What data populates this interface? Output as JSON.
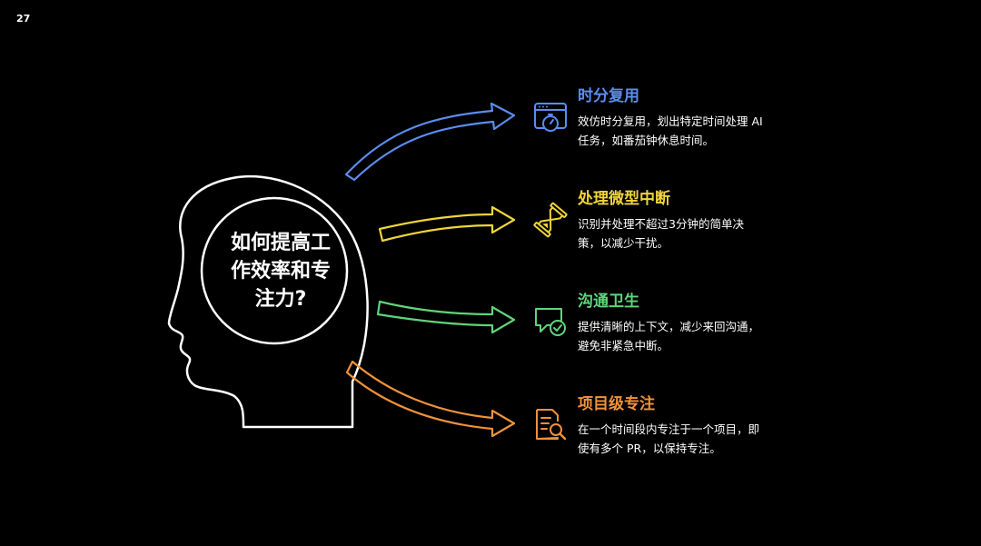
{
  "page_number": "27",
  "center": {
    "line1": "如何提高工",
    "line2": "作效率和专",
    "line3": "注力?"
  },
  "items": [
    {
      "title": "时分复用",
      "desc1": "效仿时分复用，划出特定时间处理 AI",
      "desc2": "任务，如番茄钟休息时间。",
      "color": "#5b8def",
      "icon": "timer-window-icon"
    },
    {
      "title": "处理微型中断",
      "desc1": "识别并处理不超过3分钟的简单决",
      "desc2": "策，以减少干扰。",
      "color": "#f0d53a",
      "icon": "hourglass-icon"
    },
    {
      "title": "沟通卫生",
      "desc1": "提供清晰的上下文，减少来回沟通，",
      "desc2": "避免非紧急中断。",
      "color": "#5fd47a",
      "icon": "chat-check-icon"
    },
    {
      "title": "项目级专注",
      "desc1": "在一个时间段内专注于一个项目，即",
      "desc2": "使有多个 PR，以保持专注。",
      "color": "#f0923a",
      "icon": "document-search-icon"
    }
  ]
}
